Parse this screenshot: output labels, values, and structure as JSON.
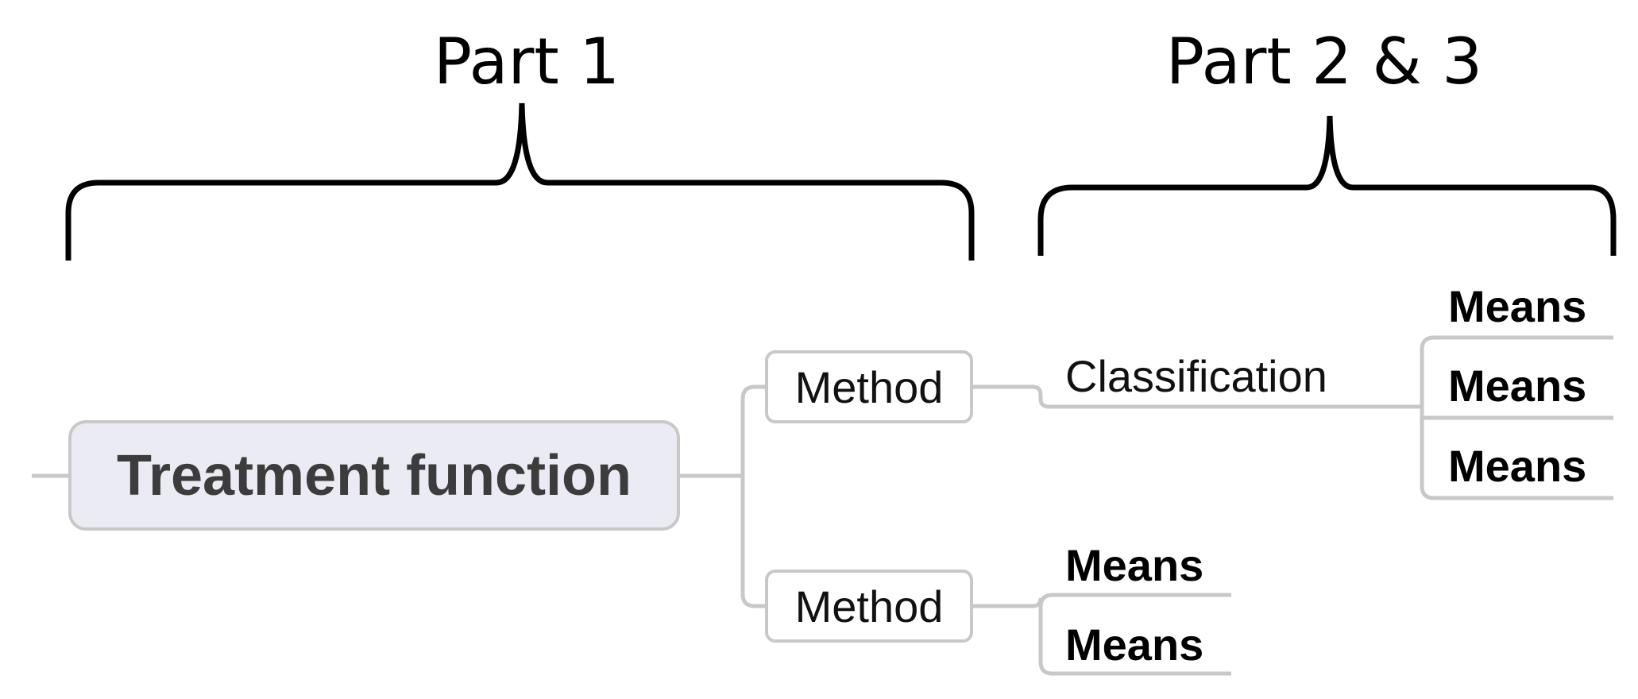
{
  "parts": {
    "part1": "Part 1",
    "part2": "Part 2 & 3"
  },
  "root": {
    "label": "Treatment function"
  },
  "methods": [
    {
      "label": "Method",
      "classification": "Classification",
      "means": [
        "Means",
        "Means",
        "Means"
      ]
    },
    {
      "label": "Method",
      "means": [
        "Means",
        "Means"
      ]
    }
  ],
  "colors": {
    "connector": "#c8c8c8",
    "root_fill": "#ebebf3",
    "brace": "#000000"
  }
}
